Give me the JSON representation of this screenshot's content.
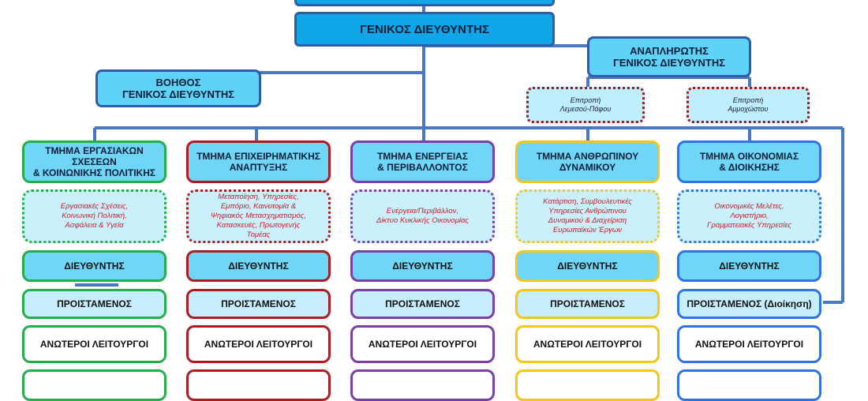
{
  "colors": {
    "green": "#23b04a",
    "red": "#b01b22",
    "purple": "#7b3fa8",
    "gold": "#f5c518",
    "blue": "#2f74e0",
    "line": "#4a78c0"
  },
  "top": {
    "general_director": "ΓΕΝΙΚΟΣ ΔΙΕΥΘΥΝΤΗΣ"
  },
  "deputy": {
    "line1": "ΑΝΑΠΛΗΡΩΤΗΣ",
    "line2": "ΓΕΝΙΚΟΣ ΔΙΕΥΘΥΝΤΗΣ"
  },
  "assistant": {
    "line1": "ΒΟΗΘΟΣ",
    "line2": "ΓΕΝΙΚΟΣ ΔΙΕΥΘΥΝΤΗΣ"
  },
  "committees": [
    {
      "line1": "Επιτροπή",
      "line2": "Λεμεσού-Πάφου"
    },
    {
      "line1": "Επιτροπή",
      "line2": "Αμμοχώστου"
    }
  ],
  "departments": [
    {
      "head": [
        "ΤΜΗΜΑ ΕΡΓΑΣΙΑΚΩΝ",
        "ΣΧΕΣΕΩΝ",
        "& ΚΟΙΝΩΝΙΚΗΣ ΠΟΛΙΤΙΚΗΣ"
      ],
      "desc": [
        "Εργασιακές Σχέσεις,",
        "Κοινωνική Πολιτική,",
        "Ασφάλεια & Υγεία"
      ],
      "director": "ΔΙΕΥΘΥΝΤΗΣ",
      "head_officer": "ΠΡΟΙΣΤΑΜΕΝΟΣ",
      "senior": "ΑΝΩΤΕΡΟΙ ΛΕΙΤΟΥΡΓΟΙ"
    },
    {
      "head": [
        "ΤΜΗΜΑ ΕΠΙΧΕΙΡΗΜΑΤΙΚΗΣ",
        "ΑΝΑΠΤΥΞΗΣ"
      ],
      "desc": [
        "Μεταποίηση, Υπηρεσίες,",
        "Εμπόριο, Καινοτομία &",
        "Ψηφιακός Μετασχηματισμός,",
        "Κατασκευές, Πρωτογενής",
        "Τομέας"
      ],
      "director": "ΔΙΕΥΘΥΝΤΗΣ",
      "head_officer": "ΠΡΟΙΣΤΑΜΕΝΟΣ",
      "senior": "ΑΝΩΤΕΡΟΙ ΛΕΙΤΟΥΡΓΟΙ"
    },
    {
      "head": [
        "ΤΜΗΜΑ ΕΝΕΡΓΕΙΑΣ",
        "& ΠΕΡΙΒΑΛΛΟΝΤΟΣ"
      ],
      "desc": [
        "Ενέργεια/Περιβάλλον,",
        "Δίκτυο Κυκλικής Οικονομίας"
      ],
      "director": "ΔΙΕΥΘΥΝΤΗΣ",
      "head_officer": "ΠΡΟΙΣΤΑΜΕΝΟΣ",
      "senior": "ΑΝΩΤΕΡΟΙ ΛΕΙΤΟΥΡΓΟΙ"
    },
    {
      "head": [
        "ΤΜΗΜΑ ΑΝΘΡΩΠΙΝΟΥ",
        "ΔΥΝΑΜΙΚΟΥ"
      ],
      "desc": [
        "Κατάρτιση, Συμβουλευτικές",
        "Υπηρεσίες Ανθρώπινου",
        "Δυναμικού & Διαχείριση",
        "Ευρωπαϊκών Έργων"
      ],
      "director": "ΔΙΕΥΘΥΝΤΗΣ",
      "head_officer": "ΠΡΟΙΣΤΑΜΕΝΟΣ",
      "senior": "ΑΝΩΤΕΡΟΙ ΛΕΙΤΟΥΡΓΟΙ"
    },
    {
      "head": [
        "ΤΜΗΜΑ ΟΙΚΟΝΟΜΙΑΣ",
        "& ΔΙΟΙΚΗΣΗΣ"
      ],
      "desc": [
        "Οικονομικές Μελέτες,",
        "Λογιστήριο,",
        "Γραμματειακές Υπηρεσίες"
      ],
      "director": "ΔΙΕΥΘΥΝΤΗΣ",
      "head_officer": "ΠΡΟΙΣΤΑΜΕΝΟΣ (Διοίκηση)",
      "senior": "ΑΝΩΤΕΡΟΙ ΛΕΙΤΟΥΡΓΟΙ"
    }
  ]
}
